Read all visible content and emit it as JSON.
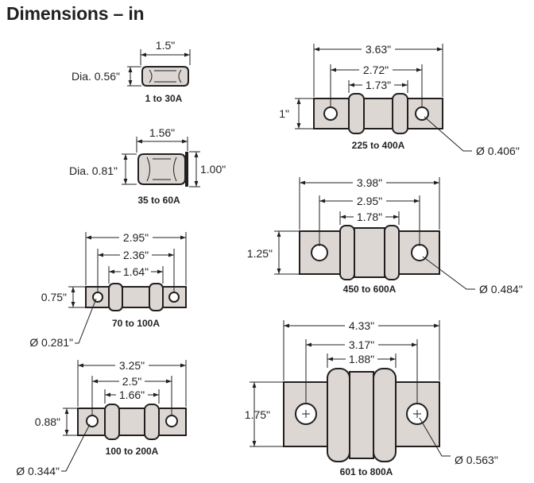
{
  "title": "Dimensions – in",
  "fuses": {
    "f1": {
      "caption": "1 to 30A",
      "length": "1.5\"",
      "diameter": "Dia. 0.56\""
    },
    "f2": {
      "caption": "35 to 60A",
      "length": "1.56\"",
      "diameter": "Dia. 0.81\"",
      "height": "1.00\""
    },
    "f3": {
      "caption": "70 to 100A",
      "overall": "2.95\"",
      "mid": "2.36\"",
      "body": "1.64\"",
      "height": "0.75\"",
      "hole": "Ø 0.281\""
    },
    "f4": {
      "caption": "100 to 200A",
      "overall": "3.25\"",
      "mid": "2.5\"",
      "body": "1.66\"",
      "height": "0.88\"",
      "hole": "Ø 0.344\""
    },
    "f5": {
      "caption": "225 to 400A",
      "overall": "3.63\"",
      "mid": "2.72\"",
      "body": "1.73\"",
      "height": "1\"",
      "hole": "Ø 0.406\""
    },
    "f6": {
      "caption": "450 to 600A",
      "overall": "3.98\"",
      "mid": "2.95\"",
      "body": "1.78\"",
      "height": "1.25\"",
      "hole": "Ø 0.484\""
    },
    "f7": {
      "caption": "601 to 800A",
      "overall": "4.33\"",
      "mid": "3.17\"",
      "body": "1.88\"",
      "height": "1.75\"",
      "hole": "Ø 0.563\""
    }
  }
}
